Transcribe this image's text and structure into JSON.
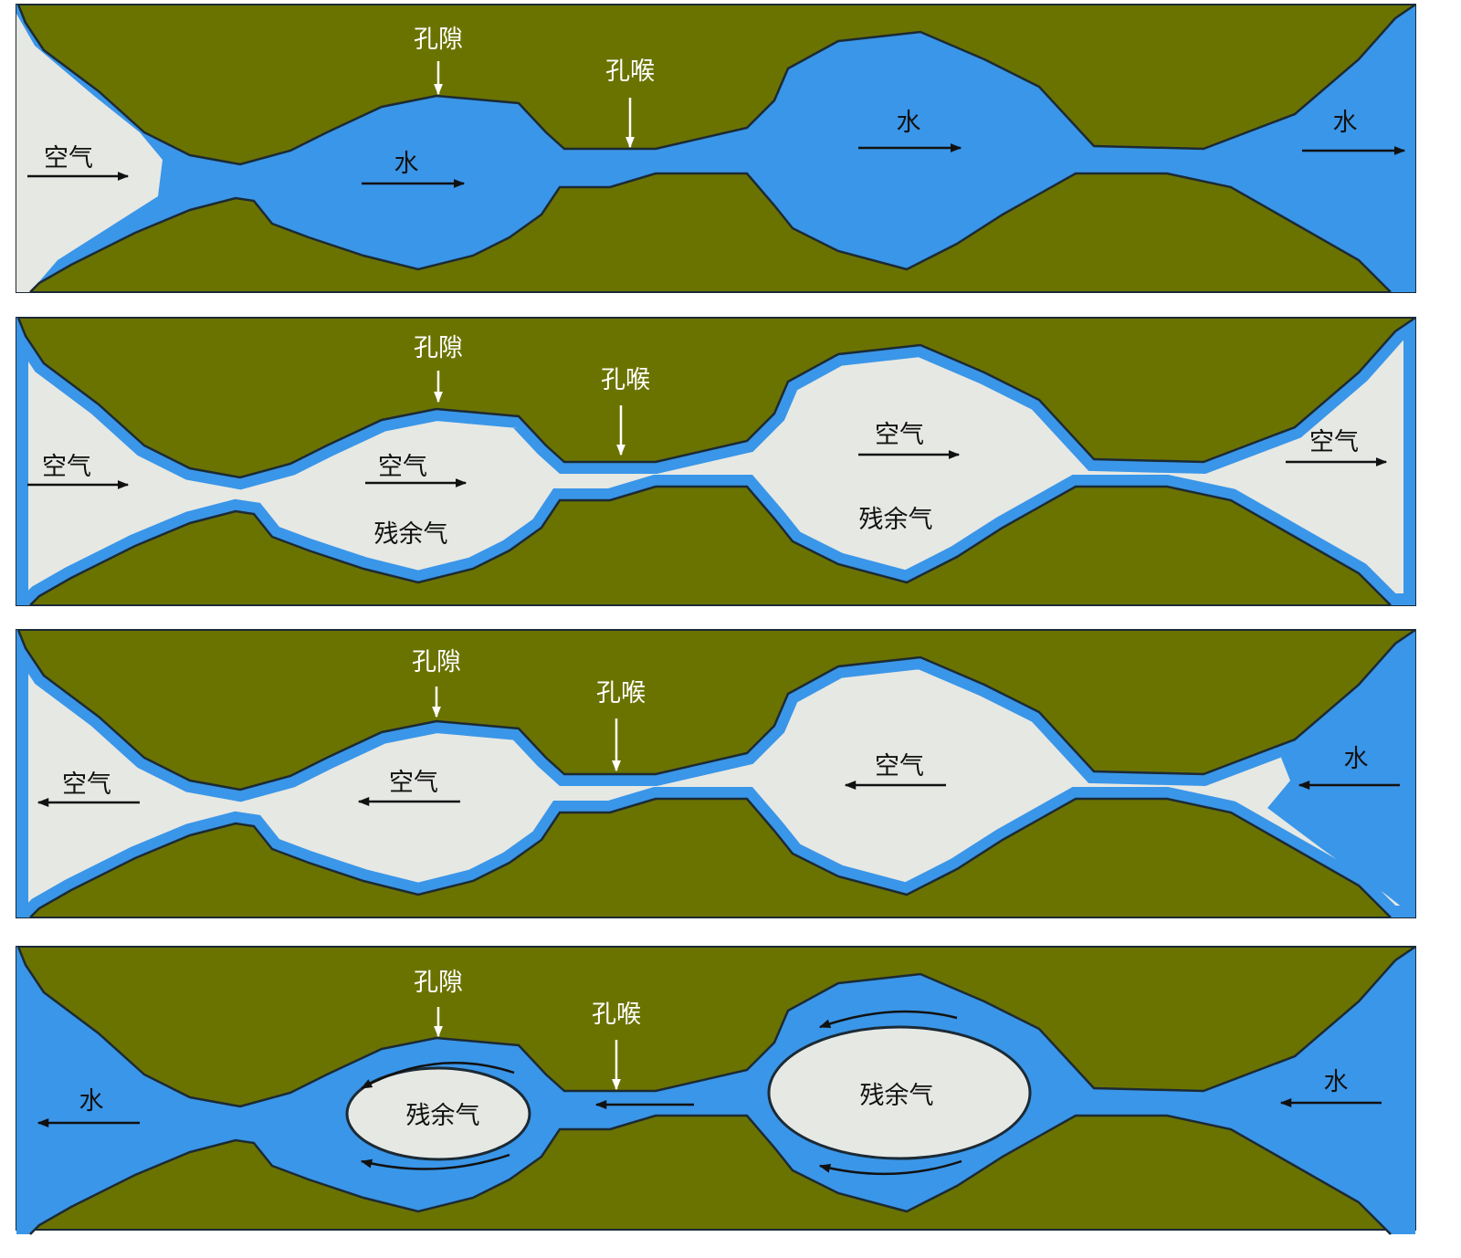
{
  "title": "Pore-throat air/water displacement diagram",
  "colors": {
    "rock": "#6b7300",
    "water": "#3a96e8",
    "air": "#e6e8e4",
    "outline": "#1b2a35"
  },
  "panels": [
    {
      "pore": "孔隙",
      "throat": "孔喉",
      "left_label": "空气",
      "mid_label": "水",
      "right_mid_label": "水",
      "right_label": "水"
    },
    {
      "pore": "孔隙",
      "throat": "孔喉",
      "left_label": "空气",
      "mid_label": "空气",
      "right_mid_label": "空气",
      "right_label": "空气",
      "residual_1": "残余气",
      "residual_2": "残余气"
    },
    {
      "pore": "孔隙",
      "throat": "孔喉",
      "left_label": "空气",
      "mid_label": "空气",
      "right_mid_label": "空气",
      "right_label": "水"
    },
    {
      "pore": "孔隙",
      "throat": "孔喉",
      "left_label": "水",
      "residual_1": "残余气",
      "residual_2": "残余气",
      "right_label": "水"
    }
  ]
}
